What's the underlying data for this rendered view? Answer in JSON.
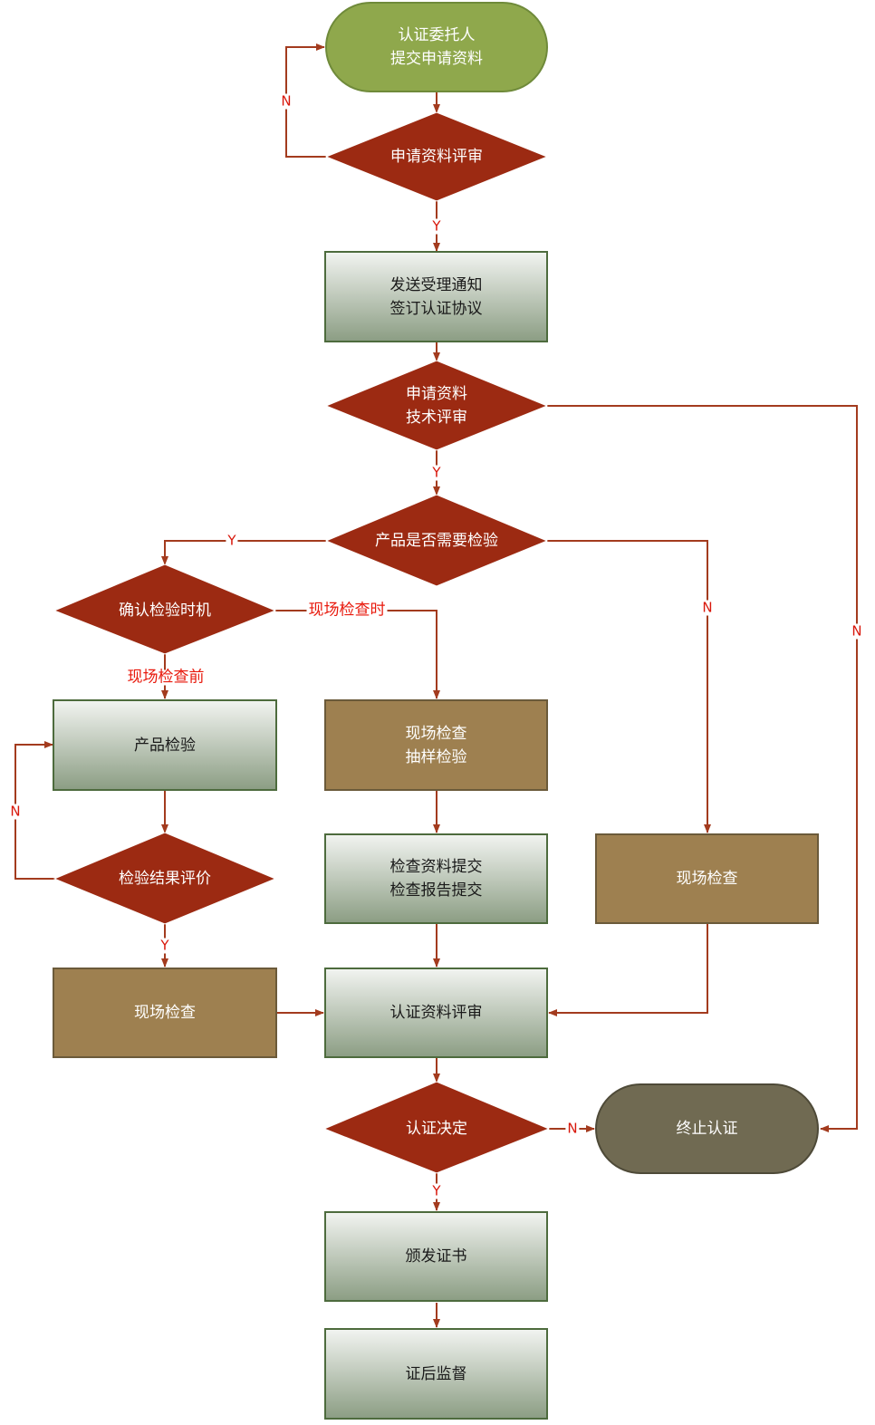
{
  "nodes": {
    "start": "认证委托人\n提交申请资料",
    "review_docs": "申请资料评审",
    "notify": "发送受理通知\n签订认证协议",
    "tech_review": "申请资料\n技术评审",
    "need_inspection": "产品是否需要检验",
    "confirm_timing": "确认检验时机",
    "product_test": "产品检验",
    "onsite_sampling": "现场检查\n抽样检验",
    "result_eval": "检验结果评价",
    "submit_reports": "检查资料提交\n检查报告提交",
    "onsite_right": "现场检查",
    "onsite_left": "现场检查",
    "cert_review": "认证资料评审",
    "decision": "认证决定",
    "terminate": "终止认证",
    "issue_cert": "颁发证书",
    "surveillance": "证后监督"
  },
  "edge_labels": {
    "review_no": "N",
    "review_yes": "Y",
    "tech_yes": "Y",
    "tech_no": "N",
    "need_yes": "Y",
    "need_no": "N",
    "timing_before": "现场检查前",
    "timing_during": "现场检查时",
    "eval_no": "N",
    "eval_yes": "Y",
    "decision_no": "N",
    "decision_yes": "Y"
  },
  "colors": {
    "start_fill": "#8fa84c",
    "diamond_fill": "#9c2a12",
    "process_fill_top": "#f2f4f1",
    "process_fill_bottom": "#8b9d83",
    "process_stroke": "#4d6b3d",
    "brown_fill": "#9e8050",
    "terminal_fill": "#706a52",
    "connector": "#a33b1e",
    "edge_label": "#d8160a"
  }
}
